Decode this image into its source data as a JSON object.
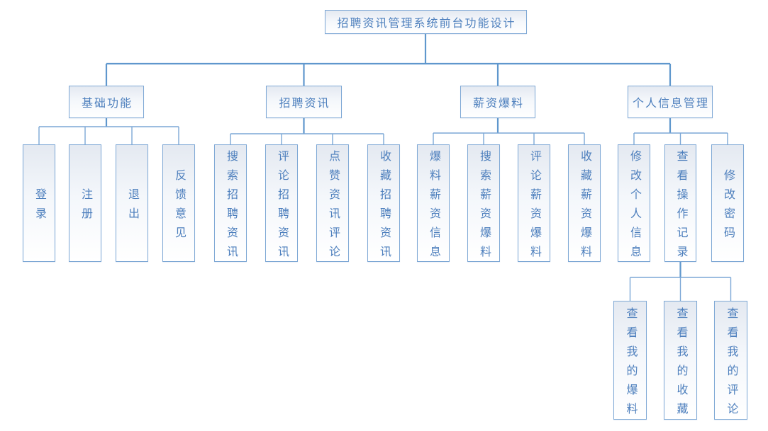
{
  "diagram": {
    "type": "org-chart",
    "colors": {
      "line": "#6f9fd2",
      "box_border": "#7ea8d5",
      "box_fill_top": "#e4e9f1",
      "box_fill_bottom": "#ffffff",
      "text": "#4d7fbd",
      "background": "#ffffff"
    },
    "tree": {
      "label": "招聘资讯管理系统前台功能设计",
      "children": [
        {
          "label": "基础功能",
          "children": [
            {
              "label": "登录"
            },
            {
              "label": "注册"
            },
            {
              "label": "退出"
            },
            {
              "label": "反馈意见"
            }
          ]
        },
        {
          "label": "招聘资讯",
          "children": [
            {
              "label": "搜索招聘资讯"
            },
            {
              "label": "评论招聘资讯"
            },
            {
              "label": "点赞资讯评论"
            },
            {
              "label": "收藏招聘资讯"
            }
          ]
        },
        {
          "label": "薪资爆料",
          "children": [
            {
              "label": "爆料薪资信息"
            },
            {
              "label": "搜索薪资爆料"
            },
            {
              "label": "评论薪资爆料"
            },
            {
              "label": "收藏薪资爆料"
            }
          ]
        },
        {
          "label": "个人信息管理",
          "children": [
            {
              "label": "修改个人信息"
            },
            {
              "label": "查看操作记录",
              "children": [
                {
                  "label": "查看我的爆料"
                },
                {
                  "label": "查看我的收藏"
                },
                {
                  "label": "查看我的评论"
                }
              ]
            },
            {
              "label": "修改密码"
            }
          ]
        }
      ]
    }
  }
}
